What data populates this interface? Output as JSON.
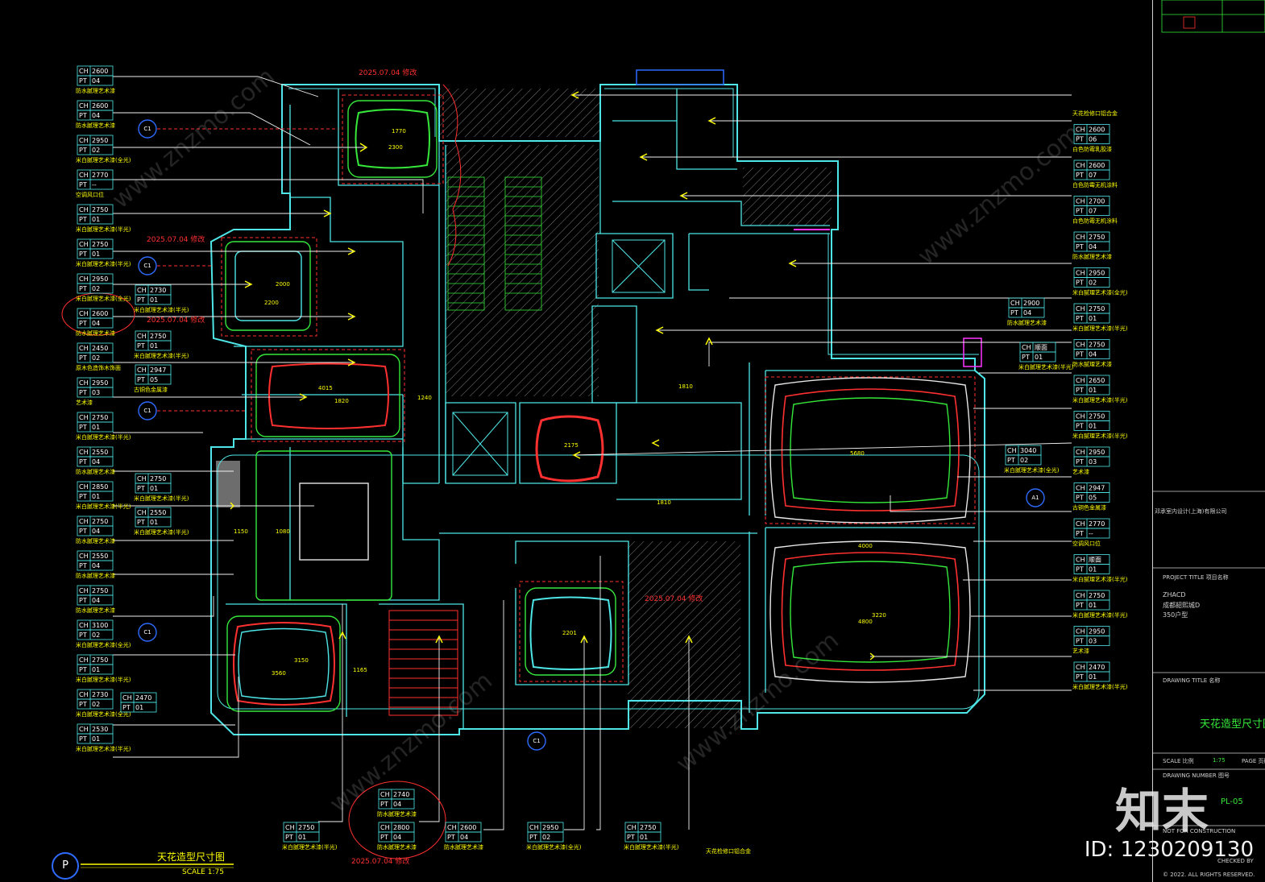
{
  "drawing": {
    "title": "天花造型尺寸图",
    "scale_label": "SCALE 1:75",
    "p_marker": "P",
    "revision_marks": [
      "2025.07.04 修改",
      "2025.07.04 修改",
      "2025.07.04 修改",
      "2025.07.04 修改",
      "2025.07.04 修改"
    ]
  },
  "title_block": {
    "company": "邓承室内设计(上海)有限公司",
    "project_title_label": "PROJECT TITLE 项目名称",
    "project_code": "ZHACD",
    "project_name": "成都韶熙城D",
    "project_unit": "350户型",
    "drawing_title_label": "DRAWING TITLE 名称",
    "drawing_title": "天花造型尺寸图",
    "scale_label": "SCALE 比例",
    "scale_value": "1:75",
    "page_label": "PAGE 页码",
    "drawing_number_label": "DRAWING NUMBER 图号",
    "drawing_number": "PL-05",
    "not_for_construction": "NOT FOR CONSTRUCTION",
    "checked_label": "CHECKED BY",
    "copyright": "© 2022. ALL RIGHTS RESERVED."
  },
  "watermark": {
    "logo": "知末",
    "id": "ID: 1230209130",
    "site": "www.znzmo.com"
  },
  "callouts_left": [
    {
      "ch": "2600",
      "pt": "04",
      "note": "防水腻理艺术漆"
    },
    {
      "ch": "2600",
      "pt": "04",
      "note": "防水腻理艺术漆"
    },
    {
      "ch": "2950",
      "pt": "02",
      "note": "米白腻理艺术漆(全光)"
    },
    {
      "ch": "2770",
      "pt": "--",
      "note": "空调风口位"
    },
    {
      "ch": "2750",
      "pt": "01",
      "note": "米白腻理艺术漆(半光)"
    },
    {
      "ch": "2750",
      "pt": "01",
      "note": "米白腻理艺术漆(半光)"
    },
    {
      "ch": "2950",
      "pt": "02",
      "note": "米白腻理艺术漆(全光)"
    },
    {
      "ch": "2600",
      "pt": "04",
      "note": "防水腻理艺术漆"
    },
    {
      "ch": "2450",
      "pt": "02",
      "note": "原木色造饰木饰面"
    },
    {
      "ch": "2950",
      "pt": "03",
      "note": "艺术漆"
    },
    {
      "ch": "2750",
      "pt": "01",
      "note": "米白腻理艺术漆(半光)"
    },
    {
      "ch": "2550",
      "pt": "04",
      "note": "防水腻理艺术漆"
    },
    {
      "ch": "2850",
      "pt": "01",
      "note": "米白腻理艺术漆(半光)"
    },
    {
      "ch": "2750",
      "pt": "04",
      "note": "防水腻理艺术漆"
    },
    {
      "ch": "2550",
      "pt": "04",
      "note": "防水腻理艺术漆"
    },
    {
      "ch": "2750",
      "pt": "04",
      "note": "防水腻理艺术漆"
    },
    {
      "ch": "3100",
      "pt": "02",
      "note": "米白腻理艺术漆(全光)"
    },
    {
      "ch": "2750",
      "pt": "01",
      "note": "米白腻理艺术漆(半光)"
    },
    {
      "ch": "2730",
      "pt": "02",
      "note": "米白腻理艺术漆(全光)"
    },
    {
      "ch": "2530",
      "pt": "01",
      "note": "米白腻理艺术漆(半光)"
    }
  ],
  "callouts_inner": [
    {
      "ch": "2730",
      "pt": "01",
      "note": "米白腻理艺术漆(半光)"
    },
    {
      "ch": "2750",
      "pt": "01",
      "note": "米白腻理艺术漆(半光)"
    },
    {
      "ch": "2947",
      "pt": "05",
      "note": "古铜色金属漆"
    },
    {
      "ch": "2750",
      "pt": "01",
      "note": "米白腻理艺术漆(半光)"
    },
    {
      "ch": "2550",
      "pt": "01",
      "note": "米白腻理艺术漆(半光)"
    },
    {
      "ch": "2470",
      "pt": "01",
      "note": ""
    },
    {
      "ch": "2900",
      "pt": "04",
      "note": "防水腻理艺术漆"
    },
    {
      "ch": "顺面",
      "pt": "01",
      "note": "米白腻理艺术漆(半光)"
    },
    {
      "ch": "3040",
      "pt": "02",
      "note": "米白腻理艺术漆(全光)"
    }
  ],
  "callouts_right": [
    {
      "ch": "",
      "pt": "",
      "note": "天花检修口铝合金"
    },
    {
      "ch": "2600",
      "pt": "06",
      "note": "白色防霉乳胶漆"
    },
    {
      "ch": "2600",
      "pt": "07",
      "note": "白色防霉无机涂料"
    },
    {
      "ch": "2700",
      "pt": "07",
      "note": "白色防霉无机涂料"
    },
    {
      "ch": "2750",
      "pt": "04",
      "note": "防水腻理艺术漆"
    },
    {
      "ch": "2950",
      "pt": "02",
      "note": "米白腻理艺术漆(全光)"
    },
    {
      "ch": "2750",
      "pt": "01",
      "note": "米白腻理艺术漆(半光)"
    },
    {
      "ch": "2750",
      "pt": "04",
      "note": "防水腻理艺术漆"
    },
    {
      "ch": "2650",
      "pt": "01",
      "note": "米白腻理艺术漆(半光)"
    },
    {
      "ch": "2750",
      "pt": "01",
      "note": "米白腻理艺术漆(半光)"
    },
    {
      "ch": "2950",
      "pt": "03",
      "note": "艺术漆"
    },
    {
      "ch": "2947",
      "pt": "05",
      "note": "古铜色金属漆"
    },
    {
      "ch": "2770",
      "pt": "--",
      "note": "空调风口位"
    },
    {
      "ch": "顺面",
      "pt": "01",
      "note": "米白腻理艺术漆(半光)"
    },
    {
      "ch": "2750",
      "pt": "01",
      "note": "米白腻理艺术漆(半光)"
    },
    {
      "ch": "2950",
      "pt": "03",
      "note": "艺术漆"
    },
    {
      "ch": "2470",
      "pt": "01",
      "note": "米白腻理艺术漆(半光)"
    }
  ],
  "callouts_bottom": [
    {
      "ch": "2750",
      "pt": "01",
      "note": "米白腻理艺术漆(半光)"
    },
    {
      "ch": "2740",
      "pt": "04",
      "note": "防水腻理艺术漆"
    },
    {
      "ch": "2800",
      "pt": "04",
      "note": "防水腻理艺术漆"
    },
    {
      "ch": "2600",
      "pt": "04",
      "note": "防水腻理艺术漆"
    },
    {
      "ch": "2950",
      "pt": "02",
      "note": "米白腻理艺术漆(全光)"
    },
    {
      "ch": "2750",
      "pt": "01",
      "note": "米白腻理艺术漆(半光)"
    },
    {
      "ch": "",
      "pt": "",
      "note": "天花检修口铝合金"
    }
  ],
  "section_markers": [
    "C1",
    "C1",
    "C1",
    "C1",
    "C1",
    "A1"
  ],
  "dimensions": [
    "2300",
    "1770",
    "2200",
    "2000",
    "4015",
    "1820",
    "1240",
    "2175",
    "1810",
    "1810",
    "5680",
    "4000",
    "3560",
    "3150",
    "3220",
    "2201",
    "1165",
    "4800",
    "1080",
    "1150"
  ],
  "colors": {
    "background": "#000000",
    "callout": "#ffff00",
    "wall": "#4ee6e6",
    "ceiling_green": "#35e83a",
    "ceiling_red": "#ff3030",
    "hatch": "#a8a8a8",
    "magenta": "#ff33ff",
    "blue_marker": "#2e6bff",
    "white": "#ffffff"
  }
}
